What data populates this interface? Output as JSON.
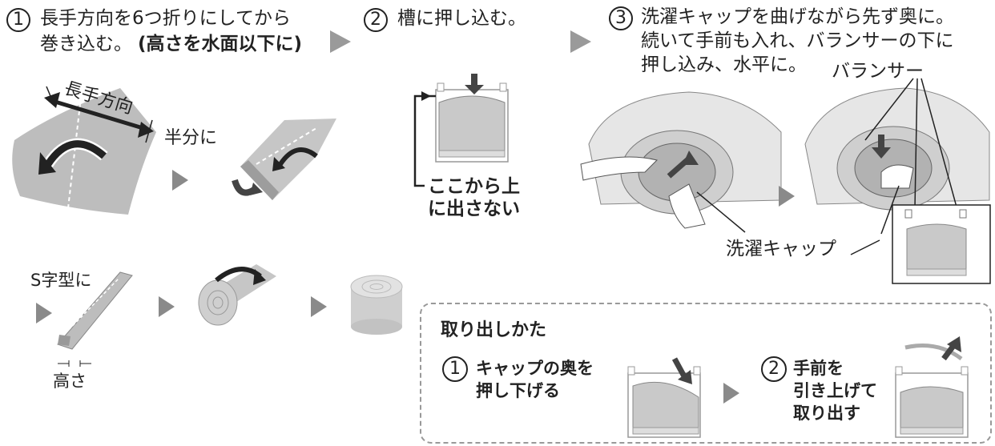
{
  "colors": {
    "ink": "#222222",
    "fill_gray": "#bdbdbd",
    "light_gray": "#e3e3e3",
    "mid_gray": "#8c8c8c",
    "dashed_border": "#999999"
  },
  "steps": [
    {
      "number": "1",
      "line1": "長手方向を6つ折りにしてから",
      "line2_a": "巻き込む。",
      "line2_b": "(高さを水面以下に)"
    },
    {
      "number": "2",
      "line1": "槽に押し込む。"
    },
    {
      "number": "3",
      "line1": "洗濯キャップを曲げながら先ず奥に。",
      "line2": "続いて手前も入れ、バランサーの下に",
      "line3": "押し込み、水平に。"
    }
  ],
  "labels": {
    "long_direction": "長手方向",
    "half": "半分に",
    "s_shape": "S字型に",
    "height": "高さ",
    "not_above_1": "ここから上",
    "not_above_2": "に出さない",
    "balancer": "バランサー",
    "wash_cap": "洗濯キャップ"
  },
  "removal": {
    "title": "取り出しかた",
    "step1_number": "1",
    "step1_line1": "キャップの奥を",
    "step1_line2": "押し下げる",
    "step2_number": "2",
    "step2_line1": "手前を",
    "step2_line2": "引き上げて",
    "step2_line3": "取り出す"
  },
  "icons": [
    "arrow-right-icon",
    "curved-arrow-icon",
    "down-arrow-icon",
    "double-arrow-icon"
  ]
}
